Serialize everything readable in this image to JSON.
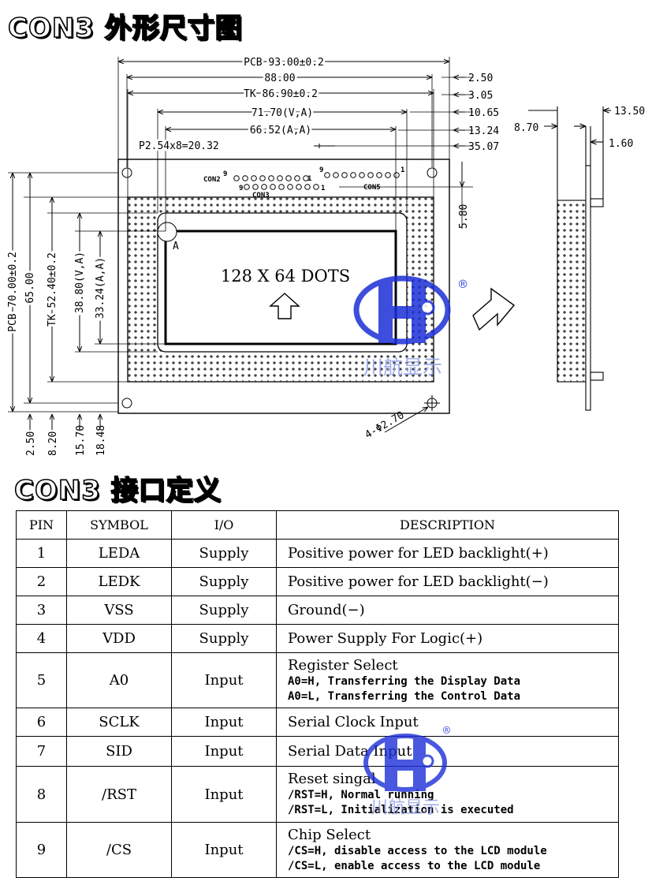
{
  "headings": {
    "outline_title": "CON3 外形尺寸图",
    "interface_title": "CON3 接口定义"
  },
  "drawing": {
    "dim_pcb_width": "PCB 93.00±0.2",
    "dim_88": "88.00",
    "dim_tk_width": "TK 86.90±0.2",
    "dim_va_width": "71.70(V,A)",
    "dim_aa_width": "66.52(A,A)",
    "dim_pitch": "P2.54x8=20.32",
    "r_2_50": "2.50",
    "r_3_05": "3.05",
    "r_10_65": "10.65",
    "r_13_24": "13.24",
    "r_35_07": "35.07",
    "r_5_80": "5.80",
    "v_pcb_height": "PCB 70.00±0.2",
    "v_65": "65.00",
    "v_tk_height": "TK 52.40±0.2",
    "v_va_height": "38.80(V,A)",
    "v_aa_height": "33.24(A,A)",
    "b_2_50": "2.50",
    "b_8_20": "8.20",
    "b_15_70": "15.70",
    "b_18_48": "18.48",
    "hole_label": "4-Φ2.70",
    "con2_label": "CON2",
    "con3_label": "CON3",
    "con5_label": "CON5",
    "pin9_a": "9",
    "pin1_a": "1",
    "pin9_b": "9",
    "pin1_b": "1",
    "pin9_c": "9",
    "pin1_c": "1",
    "detail_label": "A",
    "lcd_text": "128 X 64 DOTS",
    "side_13_50": "13.50",
    "side_8_70": "8.70",
    "side_1_60": "1.60",
    "watermark_cn": "川航显示",
    "registered": "®"
  },
  "table": {
    "headers": [
      "PIN",
      "SYMBOL",
      "I/O",
      "DESCRIPTION"
    ],
    "rows": [
      {
        "pin": "1",
        "symbol": "LEDA",
        "io": "Supply",
        "desc": "Positive power for LED backlight(+)",
        "lines": []
      },
      {
        "pin": "2",
        "symbol": "LEDK",
        "io": "Supply",
        "desc": "Positive power for LED backlight(−)",
        "lines": []
      },
      {
        "pin": "3",
        "symbol": "VSS",
        "io": "Supply",
        "desc": "Ground(−)",
        "lines": []
      },
      {
        "pin": "4",
        "symbol": "VDD",
        "io": "Supply",
        "desc": "Power Supply For Logic(+)",
        "lines": []
      },
      {
        "pin": "5",
        "symbol": "A0",
        "io": "Input",
        "desc": "Register Select",
        "lines": [
          "A0=H, Transferring the Display Data",
          "A0=L, Transferring the Control Data"
        ]
      },
      {
        "pin": "6",
        "symbol": "SCLK",
        "io": "Input",
        "desc": "Serial Clock Input",
        "lines": []
      },
      {
        "pin": "7",
        "symbol": "SID",
        "io": "Input",
        "desc": "Serial Data Input",
        "lines": []
      },
      {
        "pin": "8",
        "symbol": "/RST",
        "io": "Input",
        "desc": "Reset singal",
        "lines": [
          "/RST=H, Normal running",
          "/RST=L, Initialization is executed"
        ]
      },
      {
        "pin": "9",
        "symbol": "/CS",
        "io": "Input",
        "desc": "Chip Select",
        "lines": [
          "/CS=H, disable access to the LCD module",
          "/CS=L, enable access to the LCD module"
        ]
      }
    ]
  },
  "colors": {
    "watermark_blue": "#1c2fd6",
    "watermark_light": "#8fa0e8"
  }
}
